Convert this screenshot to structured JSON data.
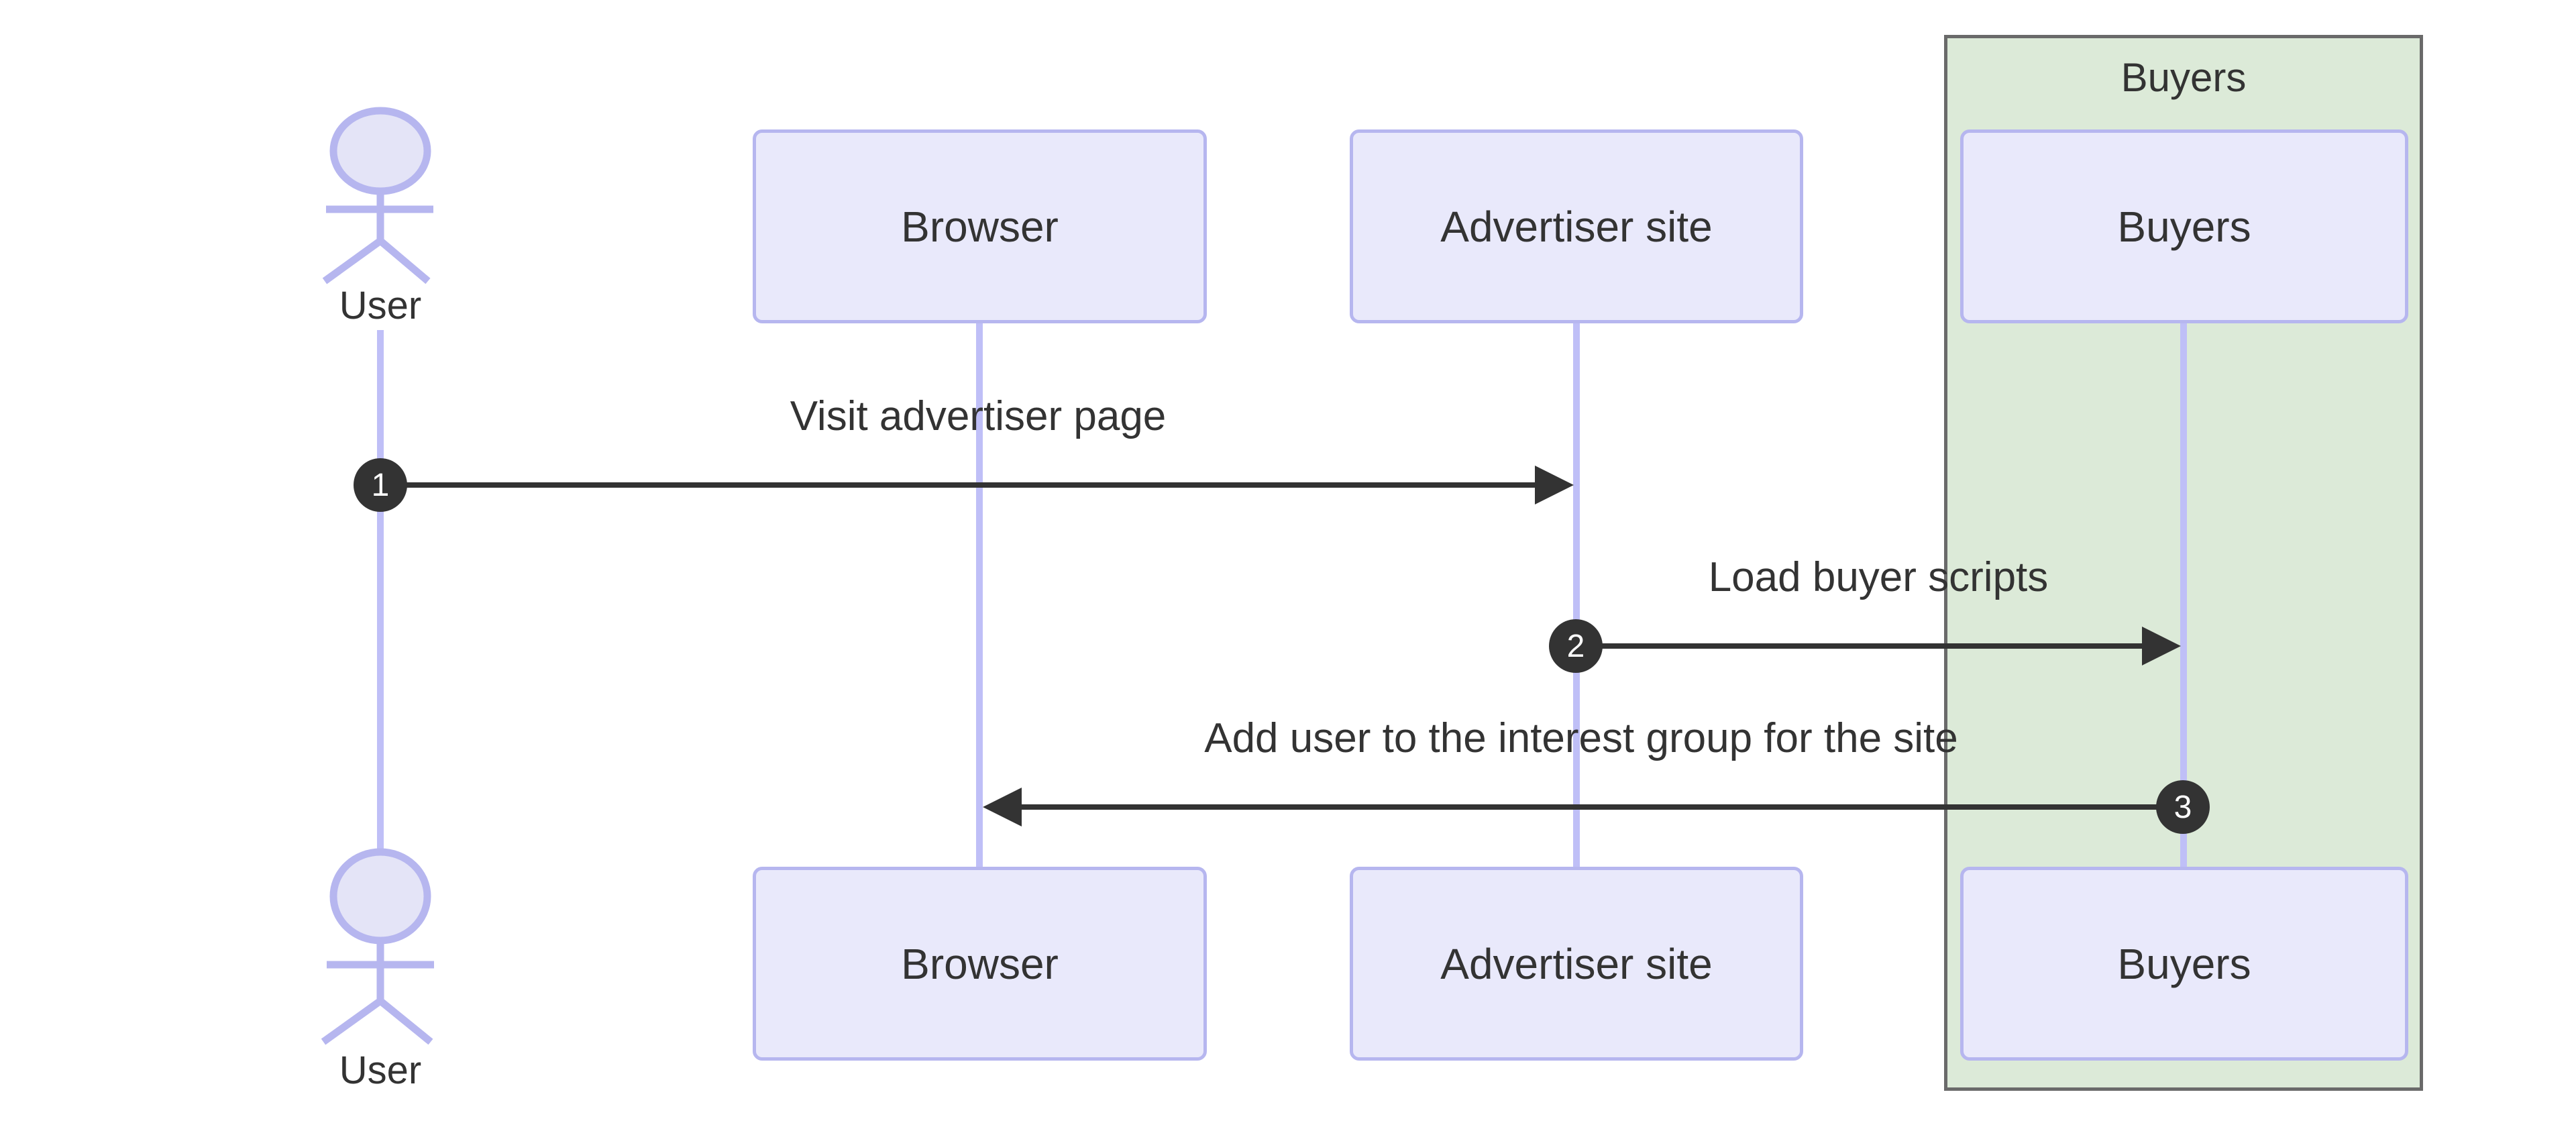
{
  "diagram": {
    "type": "sequence-diagram",
    "actor": {
      "name": "User"
    },
    "participants": [
      {
        "label": "Browser"
      },
      {
        "label": "Advertiser site"
      },
      {
        "label": "Buyers"
      }
    ],
    "group": {
      "label": "Buyers"
    },
    "messages": [
      {
        "seq": "1",
        "label": "Visit advertiser page",
        "from": "User",
        "to": "Advertiser site"
      },
      {
        "seq": "2",
        "label": "Load buyer scripts",
        "from": "Advertiser site",
        "to": "Buyers"
      },
      {
        "seq": "3",
        "label": "Add user to the interest group for the site",
        "from": "Buyers",
        "to": "Browser"
      }
    ],
    "colors": {
      "participant_fill": "#e9e9fb",
      "participant_border": "#b6b6ef",
      "lifeline": "#bfbff7",
      "actor_stroke": "#b6b6ef",
      "actor_head_fill": "#e4e4f7",
      "group_fill": "#dcead8",
      "group_border": "#6a6a6a",
      "text": "#333333",
      "arrow": "#333333",
      "badge_fill": "#333333",
      "badge_text": "#ffffff"
    }
  }
}
